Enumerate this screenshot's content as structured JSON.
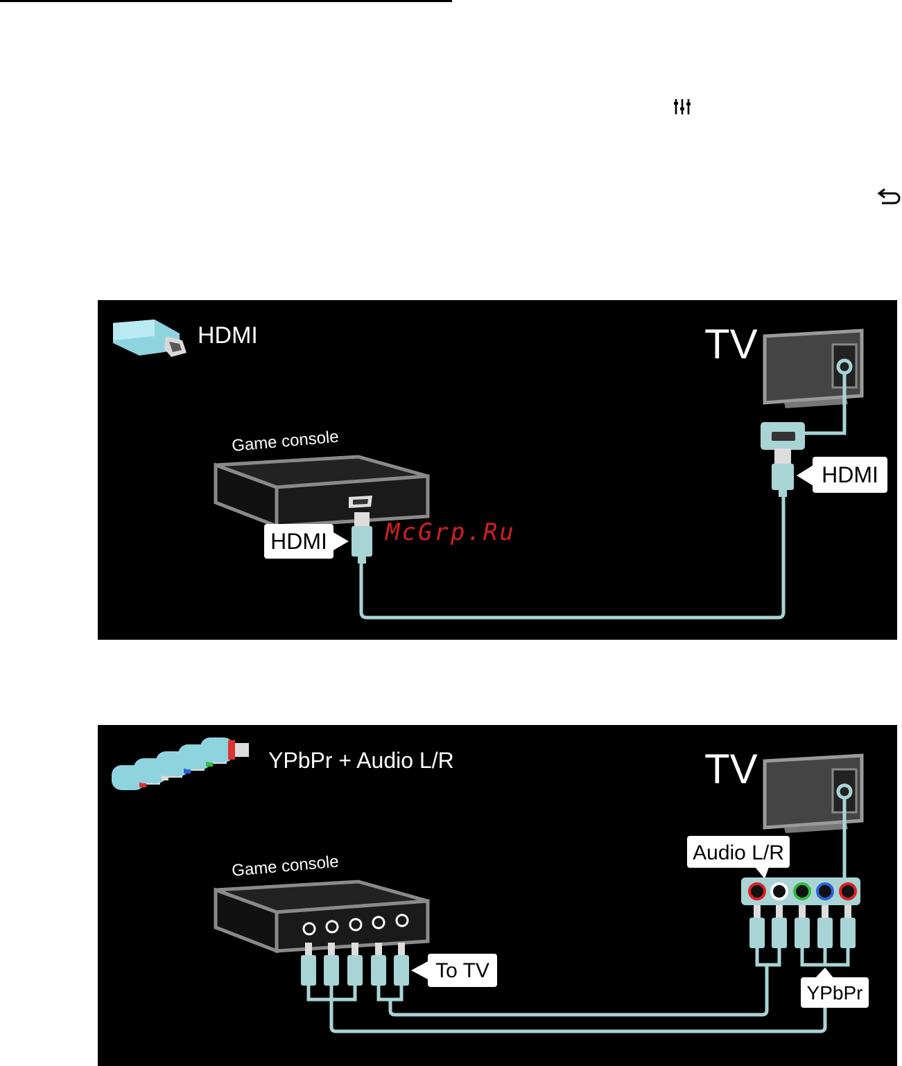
{
  "page": {
    "icons": {
      "options": "options-sliders-icon",
      "back": "back-arrow-icon"
    },
    "watermark": "McGrp.Ru"
  },
  "hdmi_diagram": {
    "title": "HDMI",
    "tv_label": "TV",
    "device_label": "Game console",
    "device_port_label": "HDMI",
    "tv_port_label": "HDMI",
    "cable_color": "#a9d4d6"
  },
  "ypbpr_diagram": {
    "title": "YPbPr + Audio L/R",
    "tv_label": "TV",
    "device_label": "Game console",
    "device_port_label": "To TV",
    "tv_audio_label": "Audio L/R",
    "tv_video_label": "YPbPr",
    "connector_colors": [
      "#e02020",
      "#ffffff",
      "#2fbf3a",
      "#2a62d8",
      "#e02020"
    ]
  }
}
